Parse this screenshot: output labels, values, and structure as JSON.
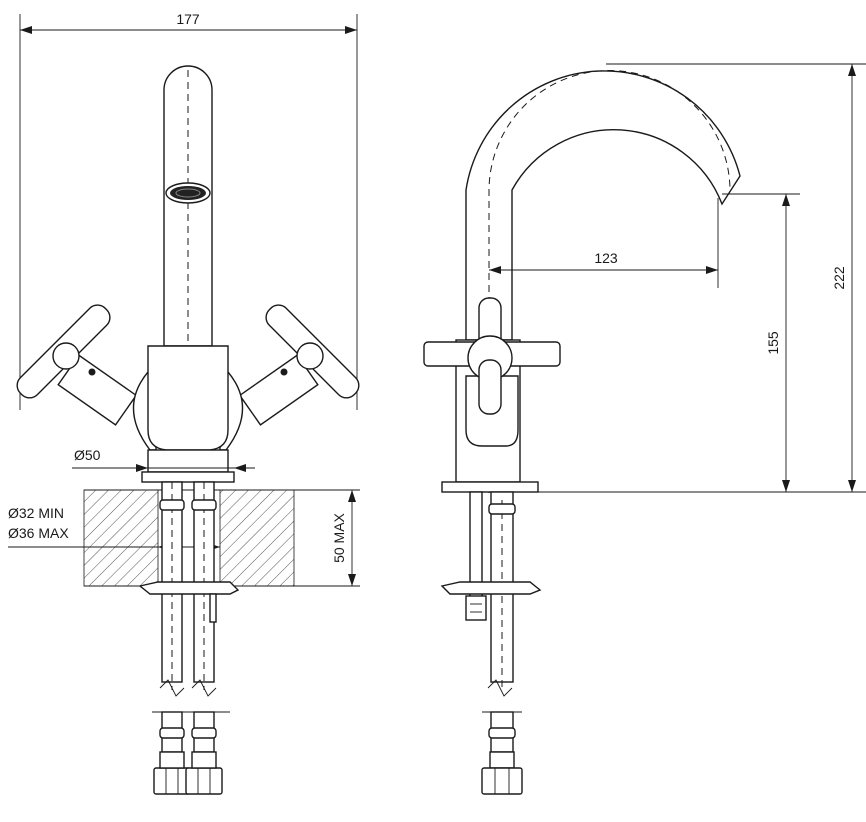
{
  "dimensions": {
    "overall_width": "177",
    "spout_reach": "123",
    "spout_height": "155",
    "overall_height": "222",
    "base_diameter": "Ø50",
    "hole_min": "Ø32 MIN",
    "hole_max": "Ø36 MAX",
    "deck_thickness": "50 MAX"
  }
}
